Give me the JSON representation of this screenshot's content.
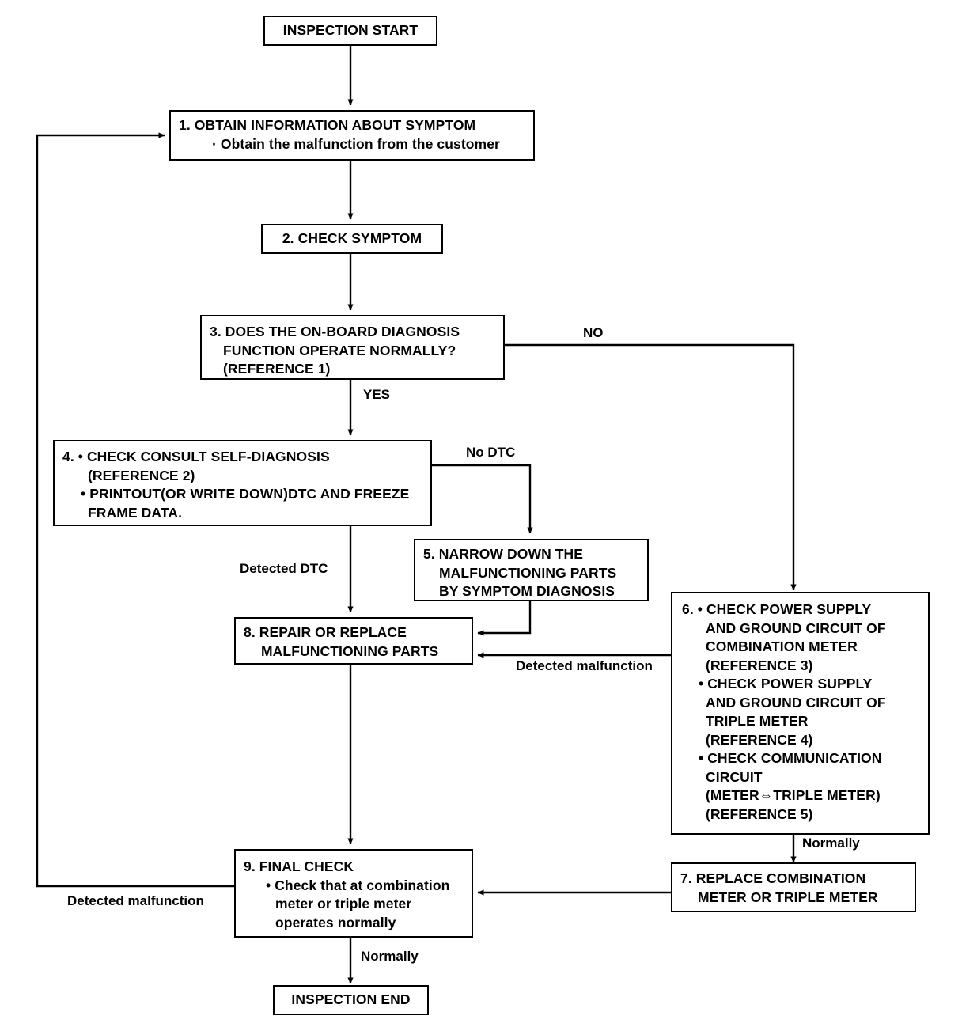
{
  "diagram": {
    "title": "Combination / Triple Meter Diagnostic Inspection Flow",
    "type": "flowchart",
    "stroke_color": "#000000",
    "background_color": "#ffffff"
  },
  "nodes": {
    "start": {
      "id": "start",
      "label": "INSPECTION START"
    },
    "step1": {
      "id": "1",
      "line1": "1. OBTAIN INFORMATION ABOUT SYMPTOM",
      "line2": "· Obtain the malfunction from the customer"
    },
    "step2": {
      "id": "2",
      "label": "2. CHECK SYMPTOM"
    },
    "step3": {
      "id": "3",
      "line1": "3. DOES THE ON-BOARD DIAGNOSIS",
      "line2": "FUNCTION OPERATE NORMALLY?",
      "line3": "(REFERENCE 1)"
    },
    "step4": {
      "id": "4",
      "line1": "4. • CHECK CONSULT SELF-DIAGNOSIS",
      "line2": "(REFERENCE 2)",
      "line3": "• PRINTOUT(OR WRITE DOWN)DTC AND FREEZE",
      "line4": "FRAME DATA."
    },
    "step5": {
      "id": "5",
      "line1": "5. NARROW DOWN THE",
      "line2": "MALFUNCTIONING PARTS",
      "line3": "BY SYMPTOM DIAGNOSIS"
    },
    "step6": {
      "id": "6",
      "line1": "6. • CHECK POWER SUPPLY",
      "line2": "AND GROUND CIRCUIT OF",
      "line3": "COMBINATION METER",
      "line4": "(REFERENCE 3)",
      "line5": "• CHECK POWER SUPPLY",
      "line6": "AND GROUND CIRCUIT OF",
      "line7": "TRIPLE METER",
      "line8": "(REFERENCE 4)",
      "line9": "• CHECK COMMUNICATION",
      "line10": "CIRCUIT",
      "line11": "(METER⇔TRIPLE METER)",
      "line12": "(REFERENCE 5)"
    },
    "step7": {
      "id": "7",
      "line1": "7. REPLACE COMBINATION",
      "line2": "METER OR TRIPLE METER"
    },
    "step8": {
      "id": "8",
      "line1": "8. REPAIR OR REPLACE",
      "line2": "MALFUNCTIONING PARTS"
    },
    "step9": {
      "id": "9",
      "line1": "9. FINAL CHECK",
      "line2": "• Check that at combination",
      "line3": "meter or triple meter",
      "line4": "operates normally"
    },
    "end": {
      "id": "end",
      "label": "INSPECTION END"
    }
  },
  "edge_labels": {
    "no": "NO",
    "yes": "YES",
    "no_dtc": "No DTC",
    "detected_dtc": "Detected DTC",
    "detected_malfunction_right": "Detected malfunction",
    "detected_malfunction_left": "Detected malfunction",
    "normally_right": "Normally",
    "normally_bottom": "Normally"
  },
  "chart_data": {
    "type": "diagram",
    "edges": [
      {
        "from": "start",
        "to": "step1",
        "label": ""
      },
      {
        "from": "step1",
        "to": "step2",
        "label": ""
      },
      {
        "from": "step2",
        "to": "step3",
        "label": ""
      },
      {
        "from": "step3",
        "to": "step4",
        "label": "YES"
      },
      {
        "from": "step3",
        "to": "step6",
        "label": "NO"
      },
      {
        "from": "step4",
        "to": "step8",
        "label": "Detected DTC"
      },
      {
        "from": "step4",
        "to": "step5",
        "label": "No DTC"
      },
      {
        "from": "step5",
        "to": "step8",
        "label": ""
      },
      {
        "from": "step6",
        "to": "step8",
        "label": "Detected malfunction"
      },
      {
        "from": "step6",
        "to": "step7",
        "label": "Normally"
      },
      {
        "from": "step7",
        "to": "step9",
        "label": ""
      },
      {
        "from": "step8",
        "to": "step9",
        "label": ""
      },
      {
        "from": "step9",
        "to": "end",
        "label": "Normally"
      },
      {
        "from": "step9",
        "to": "step1",
        "label": "Detected malfunction"
      }
    ]
  }
}
